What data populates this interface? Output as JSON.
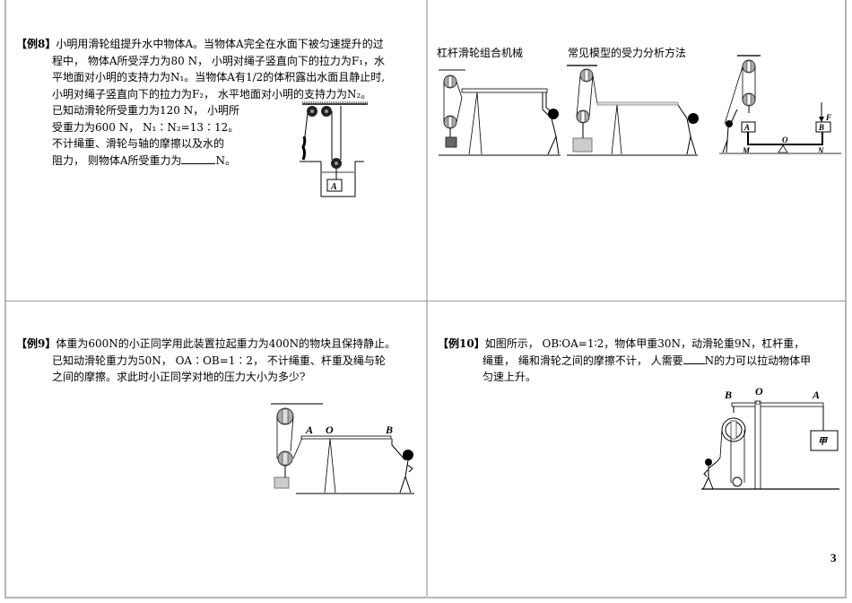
{
  "page_number": "3",
  "q8": {
    "tag": "【例8】",
    "lines": [
      "小明用滑轮组提升水中物体A。当物体A完全在水面下被匀速提升的过",
      "程中， 物体A所受浮力为80 N， 小明对绳子竖直向下的拉力为F₁，水",
      "平地面对小明的支持力为N₁。当物体A有1/2的体积露出水面且静止时,",
      "小明对绳子竖直向下的拉力为F₂， 水平地面对小明的支持力为N₂。",
      "已知动滑轮所受重力为120 N， 小明所",
      "受重力为600 N， N₁∶N₂=13∶12。",
      "不计绳重、滑轮与轴的摩擦以及水的",
      "阻力， 则物体A所受重力为"
    ],
    "answer_suffix": "N。",
    "figure_label": "A"
  },
  "top_right": {
    "caption_left": "杠杆滑轮组合机械",
    "caption_right": "常见模型的受力分析方法",
    "figure3_labels": {
      "a": "A",
      "b": "B",
      "o": "O",
      "m": "M",
      "n": "N",
      "f": "F"
    }
  },
  "q9": {
    "tag": "【例9】",
    "lines": [
      "体重为600N的小正同学用此装置拉起重力为400N的物块且保持静止。",
      "已知动滑轮重力为50N， OA∶OB=1∶2， 不计绳重、杆重及绳与轮",
      "之间的摩擦。求此时小正同学对地的压力大小为多少?"
    ],
    "figure_labels": {
      "a": "A",
      "o": "O",
      "b": "B"
    }
  },
  "q10": {
    "tag": "【例10】",
    "lines": [
      "如图所示， OB∶OA=1∶2，物体甲重30N，动滑轮重9N，杠杆重，",
      "绳重， 绳和滑轮之间的摩擦不计， 人需要",
      "匀速上升。"
    ],
    "line2_suffix": "N的力可以拉动物体甲",
    "figure_labels": {
      "b": "B",
      "o": "O",
      "a": "A",
      "box": "甲"
    }
  }
}
